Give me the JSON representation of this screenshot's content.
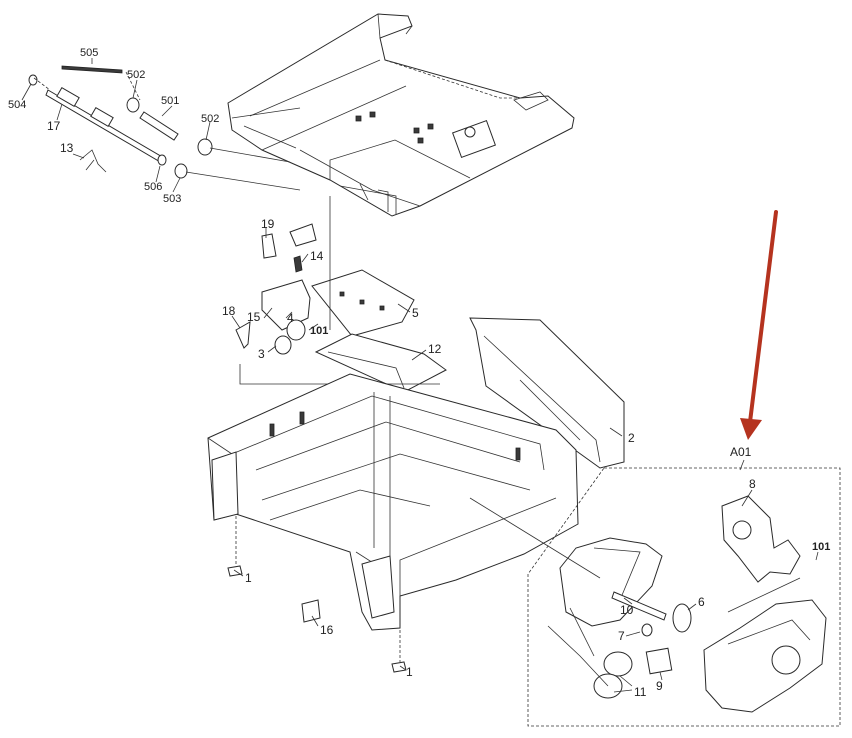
{
  "callouts": {
    "c505": "505",
    "c502a": "502",
    "c504": "504",
    "c501": "501",
    "c17": "17",
    "c502b": "502",
    "c13": "13",
    "c506": "506",
    "c503": "503",
    "c19": "19",
    "c14": "14",
    "c5": "5",
    "c18": "18",
    "c15": "15",
    "c4": "4",
    "c101a": "101",
    "c3": "3",
    "c12": "12",
    "c2": "2",
    "c1a": "1",
    "c16": "16",
    "c1b": "1",
    "cA01": "A01",
    "c8": "8",
    "c101b": "101",
    "c6": "6",
    "c10": "10",
    "c7": "7",
    "c9": "9",
    "c11": "11"
  },
  "colors": {
    "arrow": "#b5331f",
    "line": "#2a2a2a",
    "background": "#ffffff"
  }
}
